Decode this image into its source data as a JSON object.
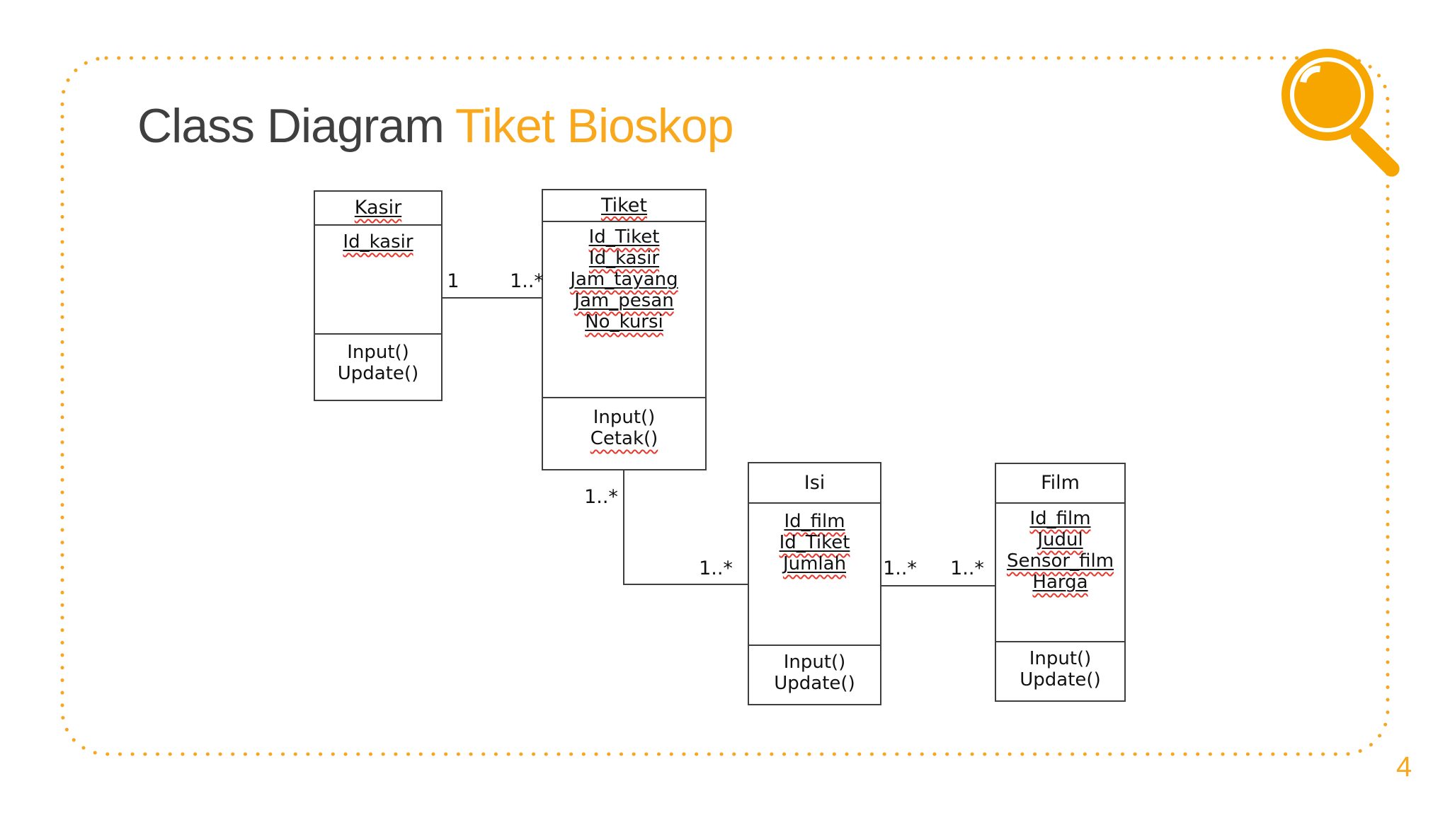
{
  "slide": {
    "title": {
      "dark": "Class Diagram",
      "accent": "Tiket Bioskop"
    },
    "page_number": "4",
    "colors": {
      "accent_orange": "#f9a81d",
      "icon_orange": "#f7a600",
      "dot_border_orange": "#f5a623",
      "title_gray": "#3f3f3f",
      "box_line": "#3e3e3e",
      "squiggle_red": "#e8372c"
    },
    "icons": [
      "magnifier-icon"
    ]
  },
  "diagram": {
    "classes": [
      {
        "name": {
          "text": "Kasir",
          "underline": true,
          "squiggle": true
        },
        "attributes": [
          {
            "text": "Id_kasir",
            "underline": true,
            "squiggle": true
          }
        ],
        "methods": [
          {
            "text": "Input()"
          },
          {
            "text": "Update()"
          }
        ]
      },
      {
        "name": {
          "text": "Tiket",
          "underline": true,
          "squiggle": true
        },
        "attributes": [
          {
            "text": "Id_Tiket",
            "underline": true,
            "squiggle": true
          },
          {
            "text": "Id_kasir",
            "underline": true,
            "squiggle": true
          },
          {
            "text": "Jam_tayang",
            "underline": true,
            "squiggle": true
          },
          {
            "text": "Jam_pesan",
            "underline": true,
            "squiggle": true
          },
          {
            "text": "No_kursi",
            "underline": true,
            "squiggle": true
          }
        ],
        "methods": [
          {
            "text": "Input()"
          },
          {
            "text": "Cetak()",
            "squiggle": true
          }
        ]
      },
      {
        "name": {
          "text": "Isi"
        },
        "attributes": [
          {
            "text": "Id_film",
            "underline": true,
            "squiggle": true
          },
          {
            "text": "Id_Tiket",
            "underline": true,
            "squiggle": true
          },
          {
            "text": "Jumlah",
            "underline": true,
            "squiggle": true
          }
        ],
        "methods": [
          {
            "text": "Input()"
          },
          {
            "text": "Update()"
          }
        ]
      },
      {
        "name": {
          "text": "Film"
        },
        "attributes": [
          {
            "text": "Id_film",
            "underline": true,
            "squiggle": true
          },
          {
            "text": "Judul",
            "underline": true,
            "squiggle": true
          },
          {
            "text": "Sensor_film",
            "underline": true,
            "squiggle": true
          },
          {
            "text": "Harga",
            "underline": true,
            "squiggle": true
          }
        ],
        "methods": [
          {
            "text": "Input()"
          },
          {
            "text": "Update()"
          }
        ]
      }
    ],
    "relationships": [
      {
        "from": "Kasir",
        "to": "Tiket",
        "from_label": "1",
        "to_label": "1..*"
      },
      {
        "from": "Tiket",
        "to": "Isi",
        "from_label": "1..*",
        "to_label": "1..*"
      },
      {
        "from": "Isi",
        "to": "Film",
        "from_label": "1..*",
        "to_label": "1..*"
      }
    ]
  }
}
